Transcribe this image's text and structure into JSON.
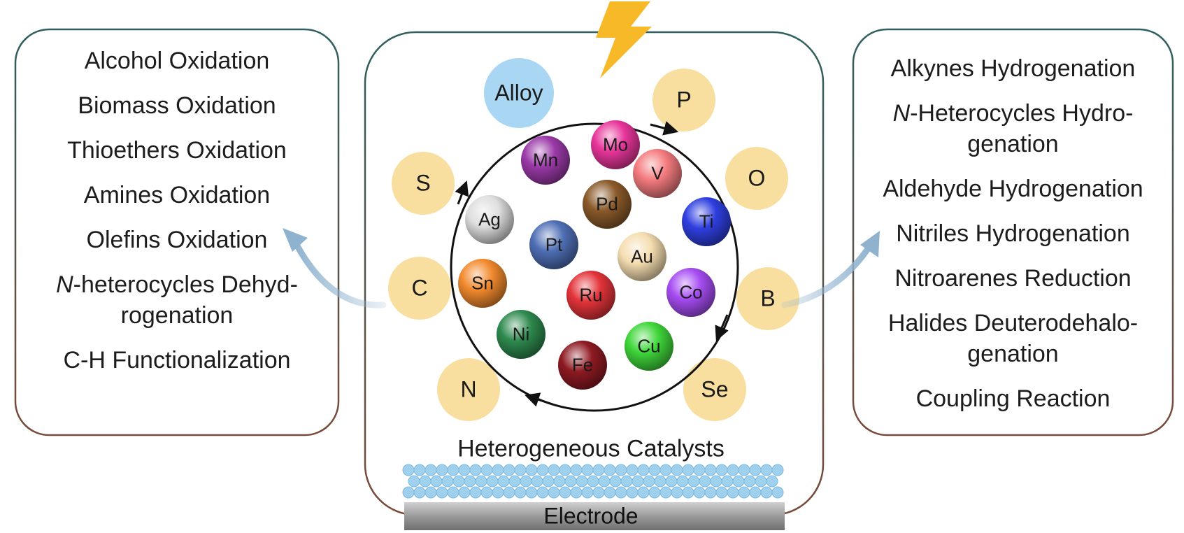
{
  "left_panel": {
    "items": [
      {
        "text": "Alcohol Oxidation"
      },
      {
        "text": "Biomass Oxidation"
      },
      {
        "text": "Thioethers Oxidation"
      },
      {
        "text": "Amines Oxidation"
      },
      {
        "text": "Olefins Oxidation"
      },
      {
        "italic_prefix": "N",
        "text": "-heterocycles Dehyd-",
        "text2": "rogenation"
      },
      {
        "text": "C-H Functionalization"
      }
    ]
  },
  "right_panel": {
    "items": [
      {
        "text": "Alkynes Hydrogenation"
      },
      {
        "italic_prefix": "N",
        "text": "-Heterocycles Hydro-",
        "text2": "genation"
      },
      {
        "text": "Aldehyde Hydrogenation"
      },
      {
        "text": "Nitriles Hydrogenation"
      },
      {
        "text": "Nitroarenes Reduction"
      },
      {
        "text": "Halides Deuterodehalo-",
        "text2": "genation"
      },
      {
        "text": "Coupling Reaction"
      }
    ]
  },
  "ring_elements": [
    {
      "label": "Alloy",
      "color": "#a9d6f3"
    },
    {
      "label": "P",
      "color": "#f8dfa0"
    },
    {
      "label": "O",
      "color": "#f8dfa0"
    },
    {
      "label": "B",
      "color": "#f8dfa0"
    },
    {
      "label": "Se",
      "color": "#f8dfa0"
    },
    {
      "label": "N",
      "color": "#f8dfa0"
    },
    {
      "label": "C",
      "color": "#f8dfa0"
    },
    {
      "label": "S",
      "color": "#f8dfa0"
    }
  ],
  "metal_spheres": [
    {
      "label": "Mo",
      "color": "#e8369b"
    },
    {
      "label": "Mn",
      "color": "#9b3aa8"
    },
    {
      "label": "V",
      "color": "#f47b7f"
    },
    {
      "label": "Pd",
      "color": "#8a5a2a"
    },
    {
      "label": "Ag",
      "color": "#dedede"
    },
    {
      "label": "Ti",
      "color": "#2f3fe0"
    },
    {
      "label": "Pt",
      "color": "#4f6fb5"
    },
    {
      "label": "Au",
      "color": "#f5ddb0"
    },
    {
      "label": "Sn",
      "color": "#f28a2e"
    },
    {
      "label": "Ru",
      "color": "#e3343a"
    },
    {
      "label": "Co",
      "color": "#a64cf2"
    },
    {
      "label": "Ni",
      "color": "#2e8a4e"
    },
    {
      "label": "Cu",
      "color": "#3fd63a"
    },
    {
      "label": "Fe",
      "color": "#8e1a22"
    }
  ],
  "caption": "Heterogeneous Catalysts",
  "electrode_label": "Electrode",
  "colors": {
    "frame_top": "#2f5f5f",
    "frame_bottom": "#7a4a3a",
    "arrow": "#8fb3cf",
    "bolt": "#f7b928",
    "bead": "#9fd1ee",
    "electrode": "#9a9a9a"
  }
}
